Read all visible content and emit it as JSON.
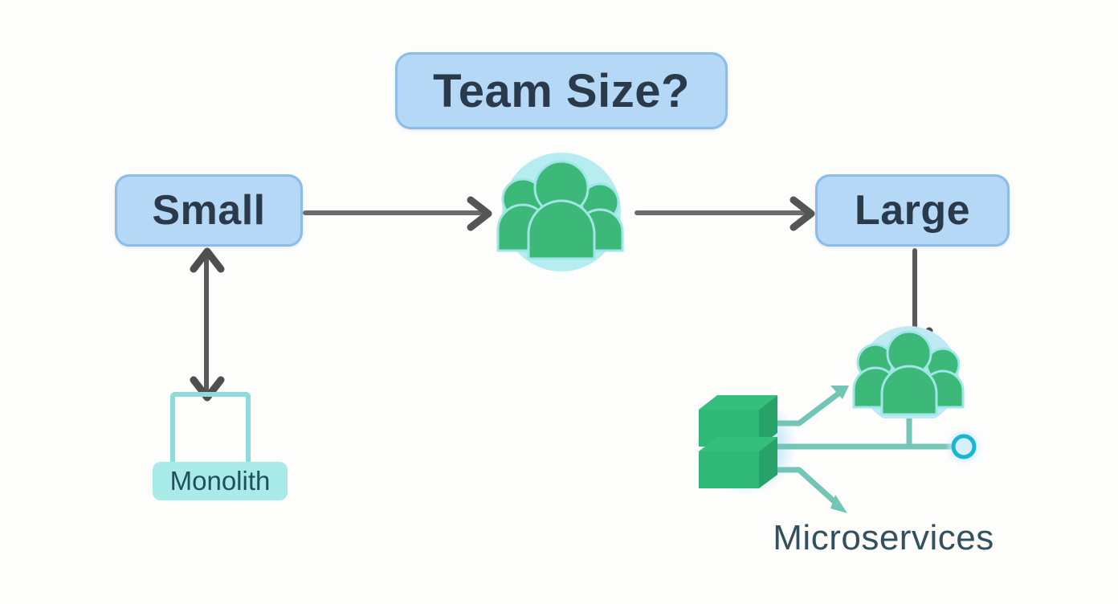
{
  "diagram": {
    "title": "Team Size Decision Diagram",
    "background_color": "#fdfdfc",
    "nodes": {
      "title_box": {
        "label": "Team Size?",
        "fill": "#b4d8f5",
        "border": "#8cbde8",
        "text_color": "#2b3a4a"
      },
      "small_box": {
        "label": "Small",
        "fill": "#b4d8f5",
        "border": "#8cbde8",
        "text_color": "#2b3a4a"
      },
      "large_box": {
        "label": "Large",
        "fill": "#b4d8f5",
        "border": "#8cbde8",
        "text_color": "#2b3a4a"
      },
      "monolith": {
        "label": "Monolith",
        "label_fill": "#a9ebe8",
        "text_color": "#21505c",
        "shape_color": "#8ddcd8"
      },
      "microservices": {
        "label": "Microservices",
        "text_color": "#33505f",
        "accent": "#5bbfae"
      }
    },
    "icons": {
      "people_center": {
        "name": "people-group-icon",
        "figure_color": "#3cb878",
        "halo_color": "#b5edf0"
      },
      "people_micro": {
        "name": "people-group-icon",
        "figure_color": "#3cb878",
        "halo_color": "#bfeaf4"
      },
      "server_stack": {
        "name": "server-stack-icon",
        "block_color": "#2fb876",
        "side_color": "#29a869",
        "halo_color": "#c4e6f7"
      },
      "endpoint_ring": {
        "name": "endpoint-node-icon",
        "ring_color": "#18b5d4",
        "halo_color": "#cdeefb"
      }
    },
    "connectors": [
      {
        "name": "small-to-people",
        "from": "Small",
        "to": "people-group",
        "style": "arrow",
        "direction": "right",
        "color": "#6b6b6b"
      },
      {
        "name": "people-to-large",
        "from": "people-group",
        "to": "Large",
        "style": "arrow",
        "direction": "right",
        "color": "#6b6b6b"
      },
      {
        "name": "small-to-monolith",
        "from": "Small",
        "to": "Monolith",
        "style": "double-arrow",
        "direction": "vertical",
        "color": "#5a5a5a"
      },
      {
        "name": "large-to-microservices",
        "from": "Large",
        "to": "Microservices",
        "style": "arrow",
        "direction": "down",
        "color": "#5a5a5a"
      },
      {
        "name": "server-to-people-branch",
        "from": "server-stack",
        "to": "people-group",
        "style": "arrow",
        "direction": "up-right",
        "color": "#5bbfae"
      },
      {
        "name": "server-to-endpoint-branch",
        "from": "server-stack",
        "to": "endpoint-node",
        "style": "line",
        "direction": "right",
        "color": "#5bbfae"
      },
      {
        "name": "server-to-down-branch",
        "from": "server-stack",
        "to": "microservices-label",
        "style": "arrow",
        "direction": "down-right",
        "color": "#5bbfae"
      }
    ]
  }
}
